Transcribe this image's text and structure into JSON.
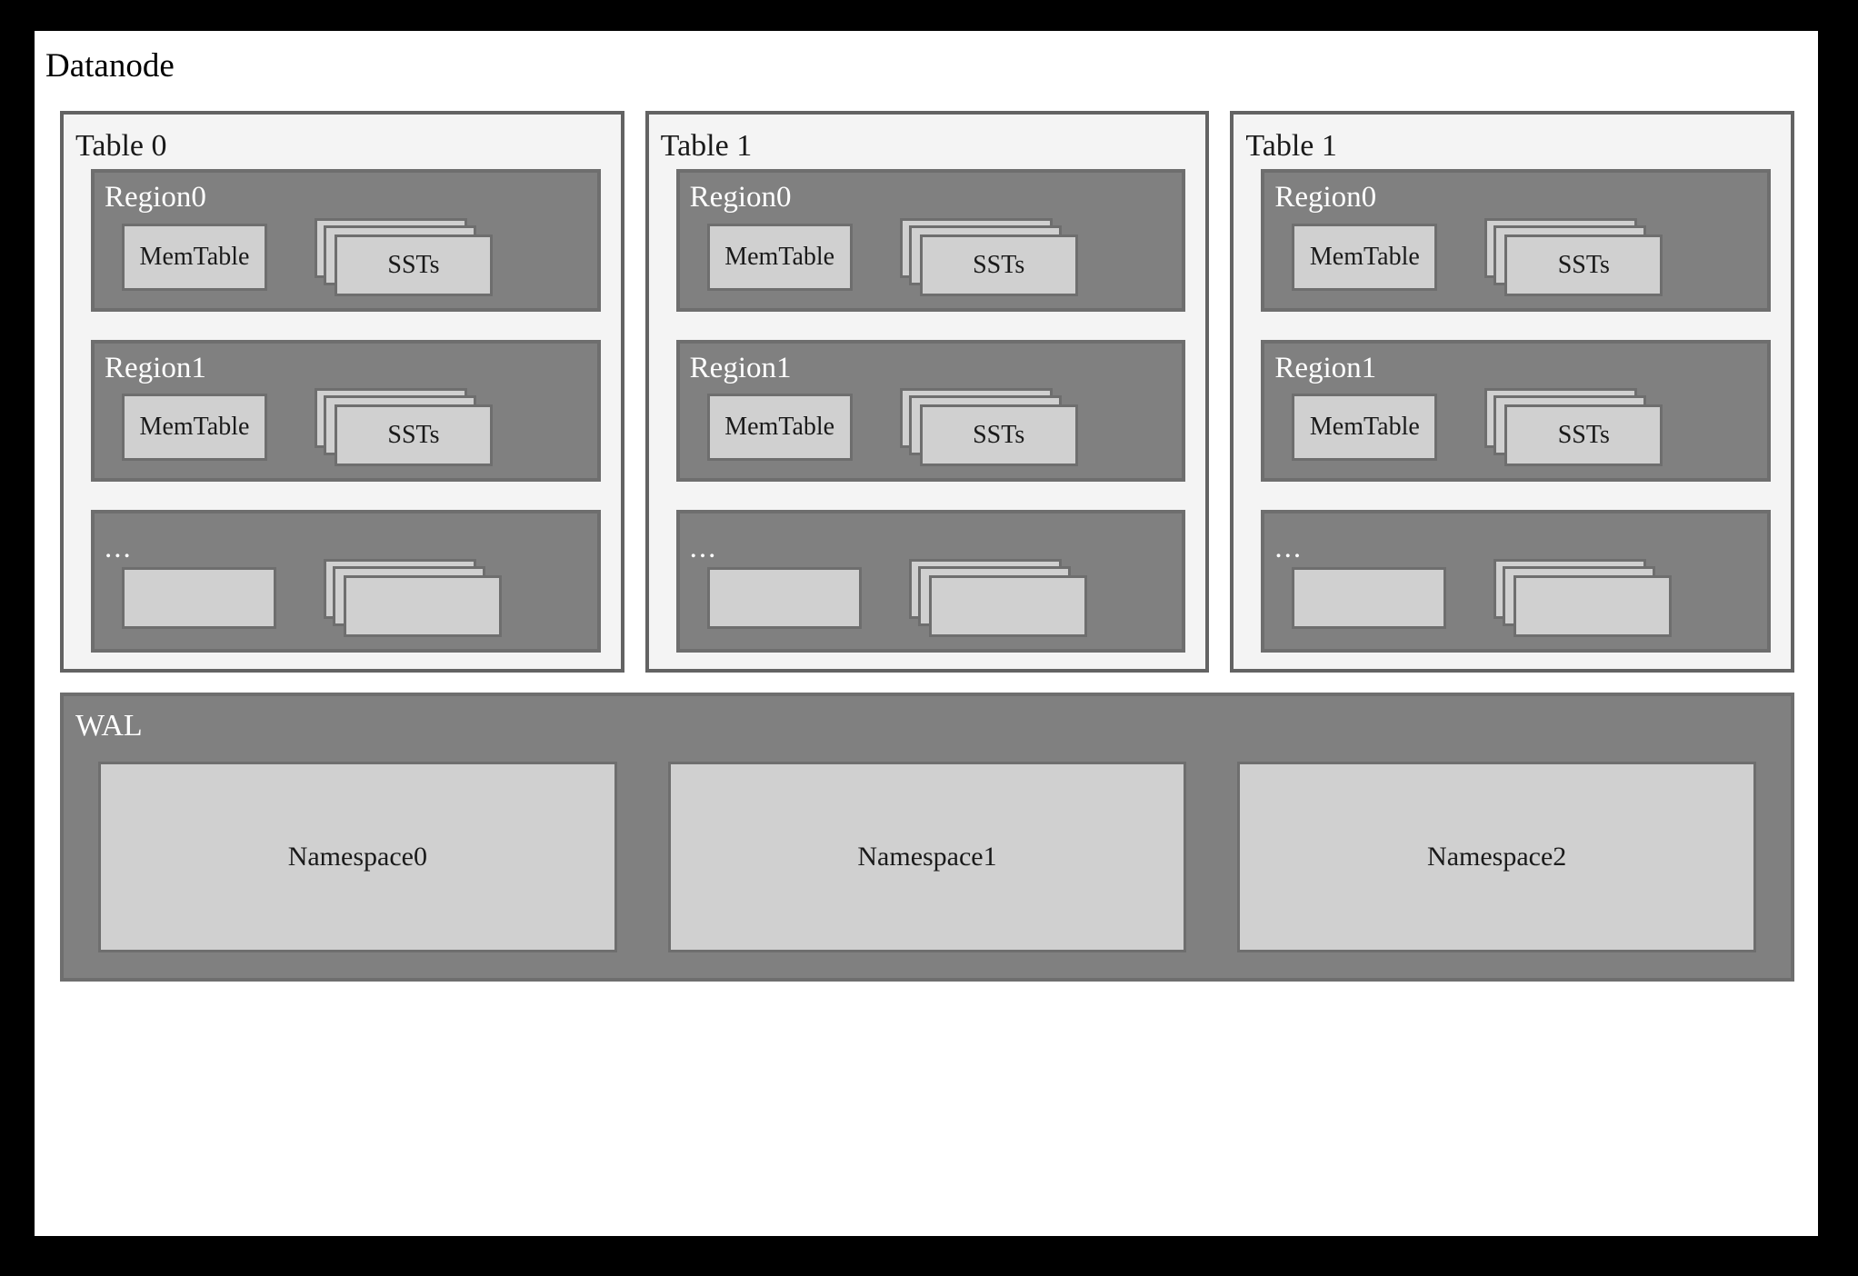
{
  "diagram": {
    "title": "Datanode",
    "colors": {
      "frame": "#000000",
      "canvas": "#ffffff",
      "table_fill": "#f4f4f4",
      "table_border": "#636363",
      "region_fill": "#808080",
      "region_border": "#6e6e6e",
      "leaf_fill": "#d0d0d0",
      "leaf_border": "#6e6e6e",
      "label_dark": "#1a1a1a",
      "label_light": "#ffffff"
    },
    "tables": [
      {
        "label": "Table 0",
        "regions": [
          {
            "label": "Region0",
            "memtable": "MemTable",
            "ssts": "SSTs",
            "is_ellipsis": false
          },
          {
            "label": "Region1",
            "memtable": "MemTable",
            "ssts": "SSTs",
            "is_ellipsis": false
          },
          {
            "label": "...",
            "memtable": "",
            "ssts": "",
            "is_ellipsis": true
          }
        ]
      },
      {
        "label": "Table 1",
        "regions": [
          {
            "label": "Region0",
            "memtable": "MemTable",
            "ssts": "SSTs",
            "is_ellipsis": false
          },
          {
            "label": "Region1",
            "memtable": "MemTable",
            "ssts": "SSTs",
            "is_ellipsis": false
          },
          {
            "label": "...",
            "memtable": "",
            "ssts": "",
            "is_ellipsis": true
          }
        ]
      },
      {
        "label": "Table 1",
        "regions": [
          {
            "label": "Region0",
            "memtable": "MemTable",
            "ssts": "SSTs",
            "is_ellipsis": false
          },
          {
            "label": "Region1",
            "memtable": "MemTable",
            "ssts": "SSTs",
            "is_ellipsis": false
          },
          {
            "label": "...",
            "memtable": "",
            "ssts": "",
            "is_ellipsis": true
          }
        ]
      }
    ],
    "wal": {
      "label": "WAL",
      "namespaces": [
        {
          "label": "Namespace0"
        },
        {
          "label": "Namespace1"
        },
        {
          "label": "Namespace2"
        }
      ]
    }
  }
}
